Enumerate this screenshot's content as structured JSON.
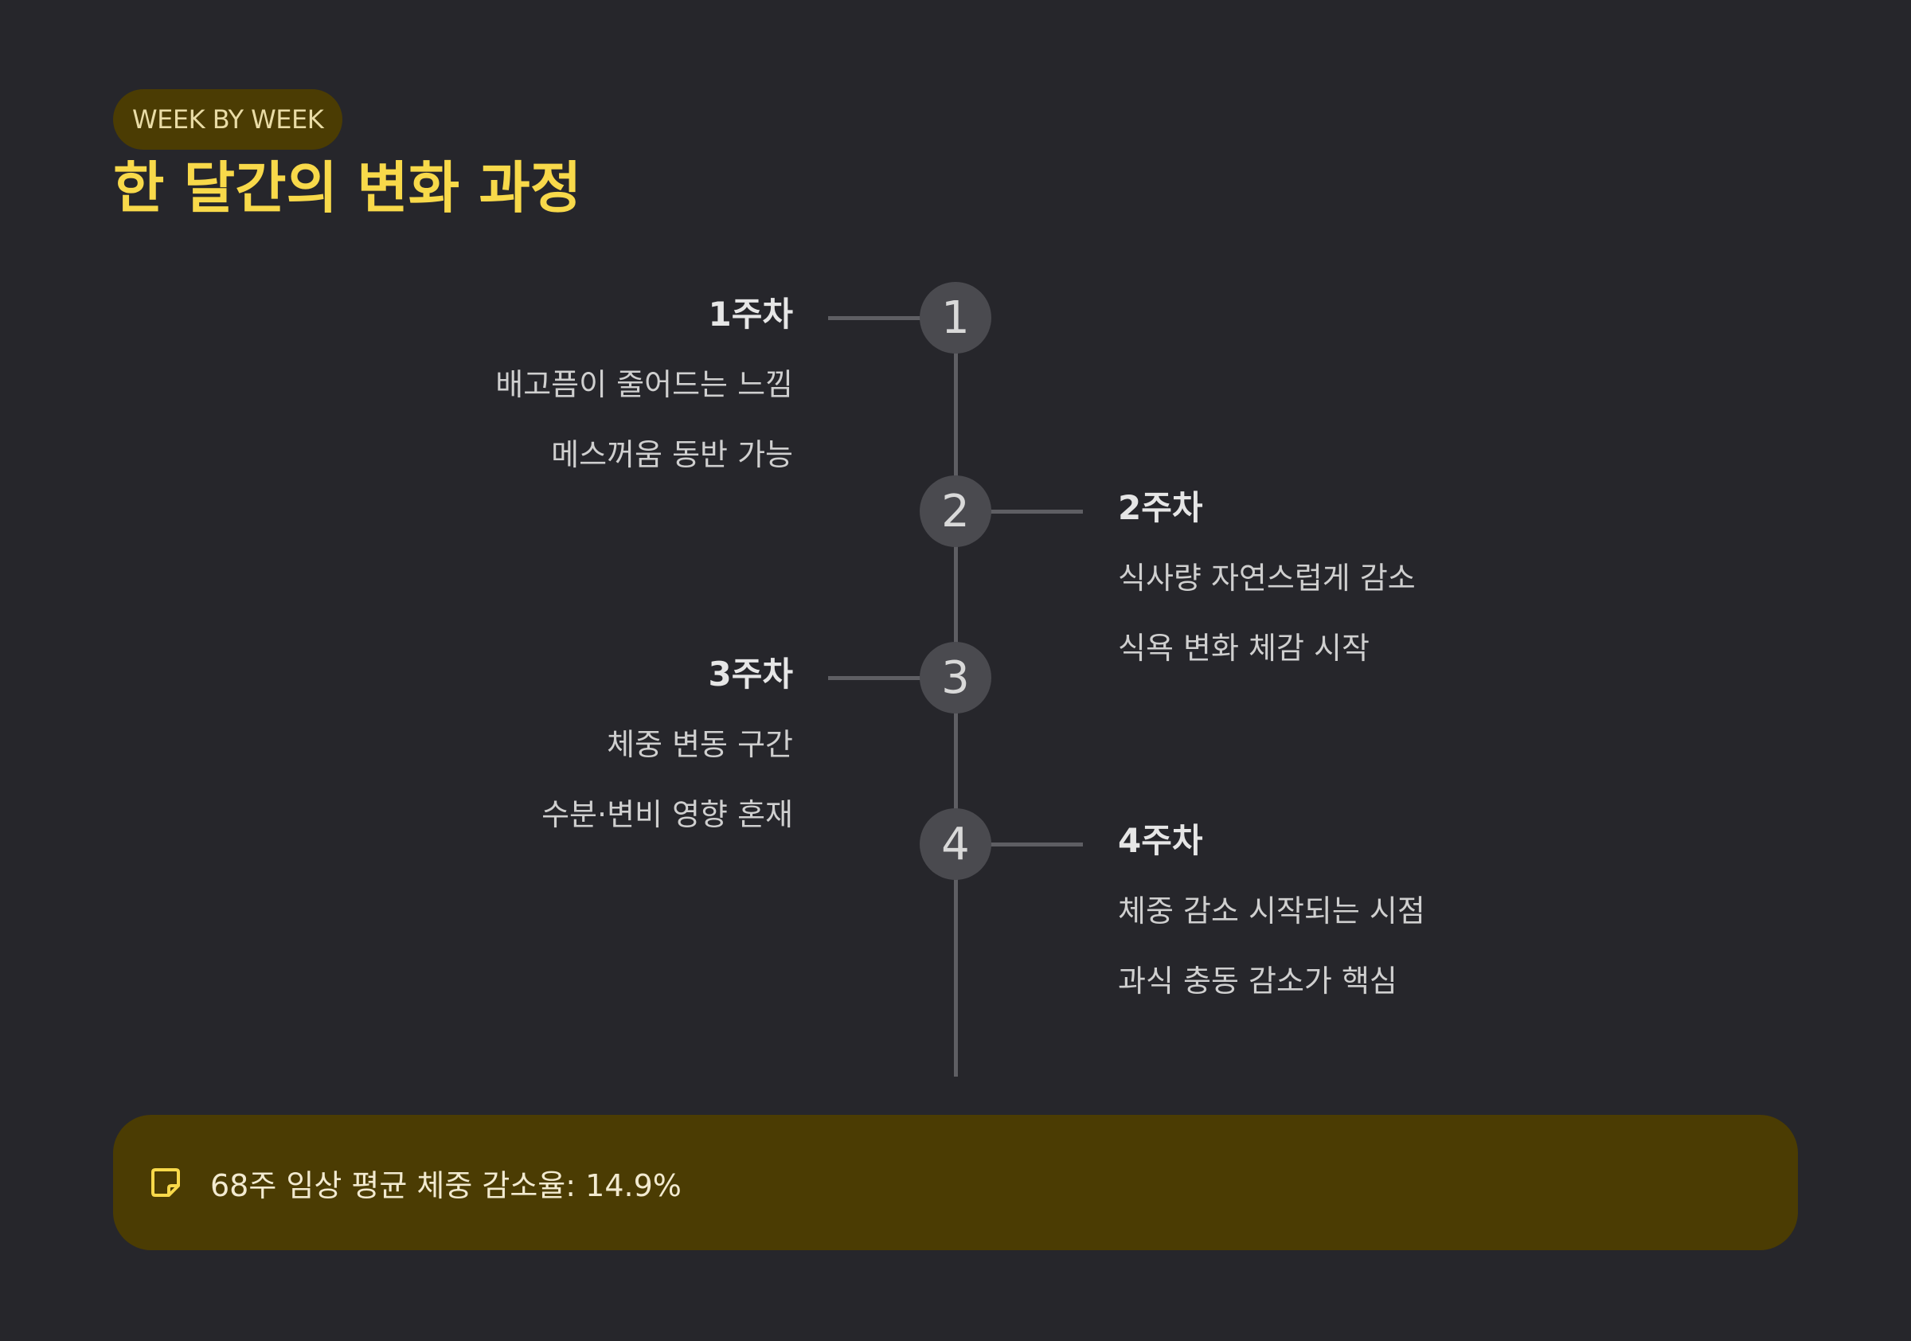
{
  "header": {
    "badge": "WEEK BY WEEK",
    "title": "한 달간의 변화 과정"
  },
  "timeline": [
    {
      "step": "1",
      "title": "1주차",
      "lines": [
        "배고픔이 줄어드는 느낌",
        "메스꺼움 동반 가능"
      ],
      "side": "left"
    },
    {
      "step": "2",
      "title": "2주차",
      "lines": [
        "식사량 자연스럽게 감소",
        "식욕 변화 체감 시작"
      ],
      "side": "right"
    },
    {
      "step": "3",
      "title": "3주차",
      "lines": [
        "체중 변동 구간",
        "수분·변비 영향 혼재"
      ],
      "side": "left"
    },
    {
      "step": "4",
      "title": "4주차",
      "lines": [
        "체중 감소 시작되는 시점",
        "과식 충동 감소가 핵심"
      ],
      "side": "right"
    }
  ],
  "note": {
    "icon": "sticky-note-icon",
    "text": "68주 임상 평균 체중 감소율: 14.9%"
  },
  "colors": {
    "background": "#26262b",
    "accent": "#f8d94a",
    "badge_bg": "#4b3c03",
    "node": "#4a4a4f",
    "line": "#5e5e63"
  }
}
